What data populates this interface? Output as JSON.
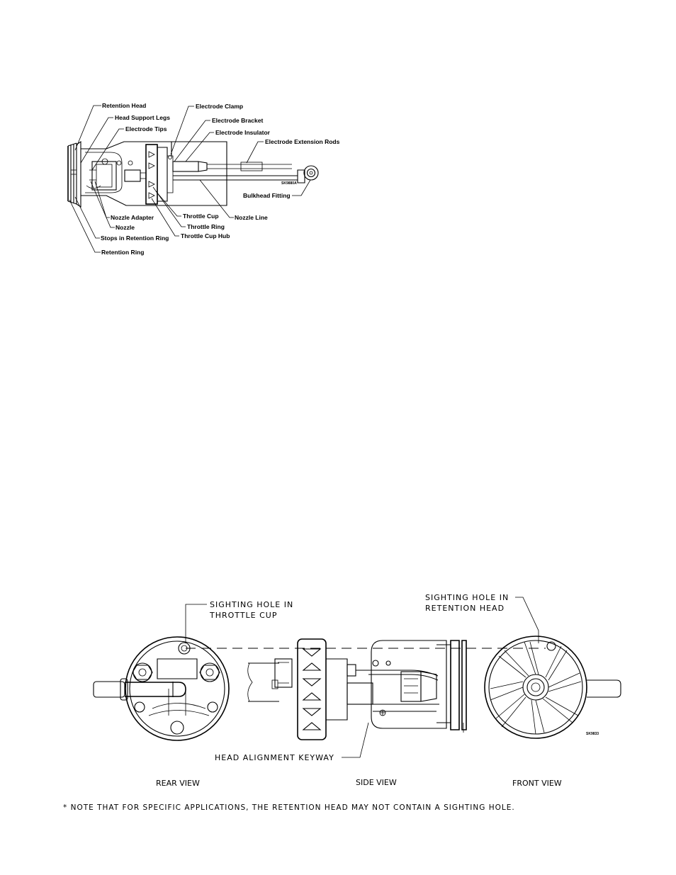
{
  "figure1": {
    "code": "SK9880A",
    "labels": {
      "retention_head": "Retention Head",
      "head_support_legs": "Head Support Legs",
      "electrode_tips": "Electrode Tips",
      "electrode_clamp": "Electrode Clamp",
      "electrode_bracket": "Electrode Bracket",
      "electrode_insulator": "Electrode Insulator",
      "electrode_extension_rods": "Electrode Extension Rods",
      "bulkhead_fitting": "Bulkhead Fitting",
      "nozzle_adapter": "Nozzle Adapter",
      "nozzle": "Nozzle",
      "stops_in_retention_ring": "Stops in Retention Ring",
      "retention_ring": "Retention Ring",
      "throttle_cup": "Throttle Cup",
      "throttle_ring": "Throttle Ring",
      "throttle_cup_hub": "Throttle Cup Hub",
      "nozzle_line": "Nozzle Line"
    }
  },
  "figure2": {
    "code": "SK9833",
    "callouts": {
      "sighting_throttle_1": "SIGHTING HOLE IN",
      "sighting_throttle_2": "THROTTLE CUP",
      "sighting_retention_1": "SIGHTING HOLE IN",
      "sighting_retention_2": "RETENTION HEAD",
      "keyway": "HEAD ALIGNMENT KEYWAY"
    },
    "views": {
      "rear": "REAR VIEW",
      "side": "SIDE VIEW",
      "front": "FRONT VIEW"
    },
    "note": "* NOTE THAT FOR SPECIFIC APPLICATIONS, THE RETENTION HEAD MAY NOT CONTAIN A SIGHTING HOLE."
  }
}
